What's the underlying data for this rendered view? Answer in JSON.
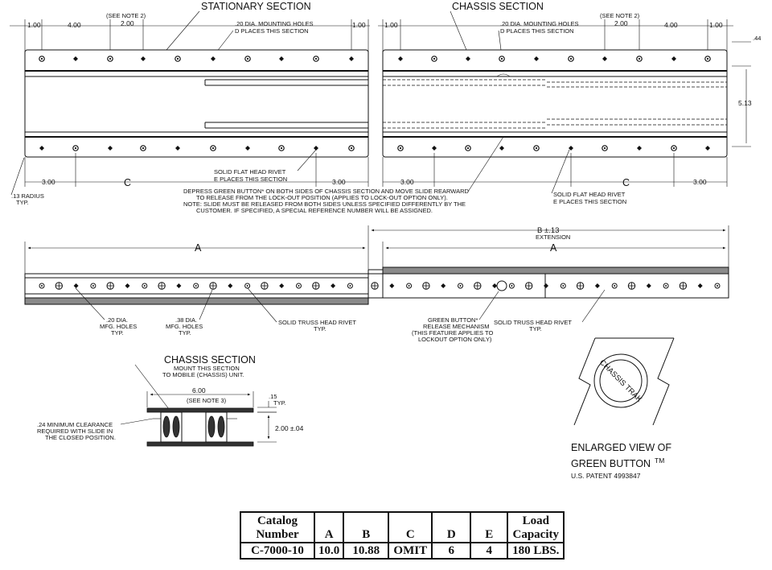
{
  "top_views": {
    "stationary": {
      "title": "STATIONARY SECTION",
      "dim_left_end": "1.00",
      "dim_pitch": "4.00",
      "dim_note_spacing": "2.00",
      "see_note": "(SEE NOTE 2)",
      "dim_right_end": "1.00",
      "mounting_holes_line1": ".20 DIA. MOUNTING HOLES",
      "mounting_holes_line2": "D PLACES THIS SECTION",
      "bottom_dim_left": "3.00",
      "bottom_dim_c": "C",
      "bottom_dim_right": "3.00",
      "rivet_line1": "SOLID FLAT HEAD RIVET",
      "rivet_line2": "E PLACES THIS SECTION",
      "radius_line1": ".13 RADIUS",
      "radius_line2": "TYP."
    },
    "chassis": {
      "title": "CHASSIS SECTION",
      "dim_left_end": "1.00",
      "mounting_holes_line1": ".20 DIA. MOUNTING HOLES",
      "mounting_holes_line2": "D PLACES THIS SECTION",
      "see_note": "(SEE NOTE 2)",
      "dim_note_spacing": "2.00",
      "dim_pitch": "4.00",
      "dim_right_end": "1.00",
      "dim_offset": ".44",
      "dim_height": "5.13",
      "bottom_dim_left": "3.00",
      "bottom_dim_c": "C",
      "bottom_dim_right": "3.00",
      "rivet_line1": "SOLID FLAT HEAD RIVET",
      "rivet_line2": "E PLACES THIS SECTION"
    },
    "release_note": [
      "DEPRESS GREEN BUTTON* ON BOTH SIDES OF CHASSIS SECTION AND MOVE SLIDE REARWARD",
      "TO RELEASE FROM THE LOCK-OUT POSITION (APPLIES TO LOCK-OUT OPTION ONLY).",
      "NOTE: SLIDE MUST BE RELEASED FROM BOTH SIDES UNLESS SPECIFIED DIFFERENTLY BY THE",
      "CUSTOMER.  IF SPECIFIED, A SPECIAL REFERENCE NUMBER WILL BE ASSIGNED."
    ]
  },
  "side_view": {
    "dim_a_left": "A",
    "dim_a_right": "A",
    "dim_b": "B ±.13",
    "dim_b_sub": "EXTENSION",
    "mfg_holes_small_line1": ".20 DIA.",
    "mfg_holes_small_line2": "MFG. HOLES",
    "mfg_holes_small_line3": "TYP.",
    "mfg_holes_large_line1": ".38 DIA.",
    "mfg_holes_large_line2": "MFG. HOLES",
    "mfg_holes_large_line3": "TYP.",
    "truss_rivet_left_line1": "SOLID TRUSS HEAD RIVET",
    "truss_rivet_left_line2": "TYP.",
    "green_button_line1": "GREEN BUTTON*",
    "green_button_line2": "RELEASE MECHANISM",
    "green_button_line3": "(THIS FEATURE APPLIES TO",
    "green_button_line4": "LOCKOUT OPTION ONLY)",
    "truss_rivet_right_line1": "SOLID TRUSS HEAD RIVET",
    "truss_rivet_right_line2": "TYP."
  },
  "section_view": {
    "title": "CHASSIS SECTION",
    "mount_line1": "MOUNT THIS SECTION",
    "mount_line2": "TO MOBILE (CHASSIS) UNIT.",
    "width_dim": "6.00",
    "width_note": "(SEE NOTE 3)",
    "thickness_dim": ".15",
    "thickness_sub": "TYP.",
    "height_dim": "2.00 ±.04",
    "clearance_line1": ".24 MINIMUM CLEARANCE",
    "clearance_line2": "REQUIRED WITH SLIDE IN",
    "clearance_line3": "THE CLOSED POSITION."
  },
  "green_button_view": {
    "badge_text": "CHASSIS TRAK",
    "caption_line1": "ENLARGED VIEW OF",
    "caption_line2": "GREEN BUTTON",
    "trademark": "TM",
    "patent": "U.S. PATENT 4993847"
  },
  "spec_table": {
    "headers": [
      "Catalog Number",
      "A",
      "B",
      "C",
      "D",
      "E",
      "Load Capacity"
    ],
    "rows": [
      [
        "C-7000-10",
        "10.0",
        "10.88",
        "OMIT",
        "6",
        "4",
        "180 LBS."
      ]
    ]
  }
}
